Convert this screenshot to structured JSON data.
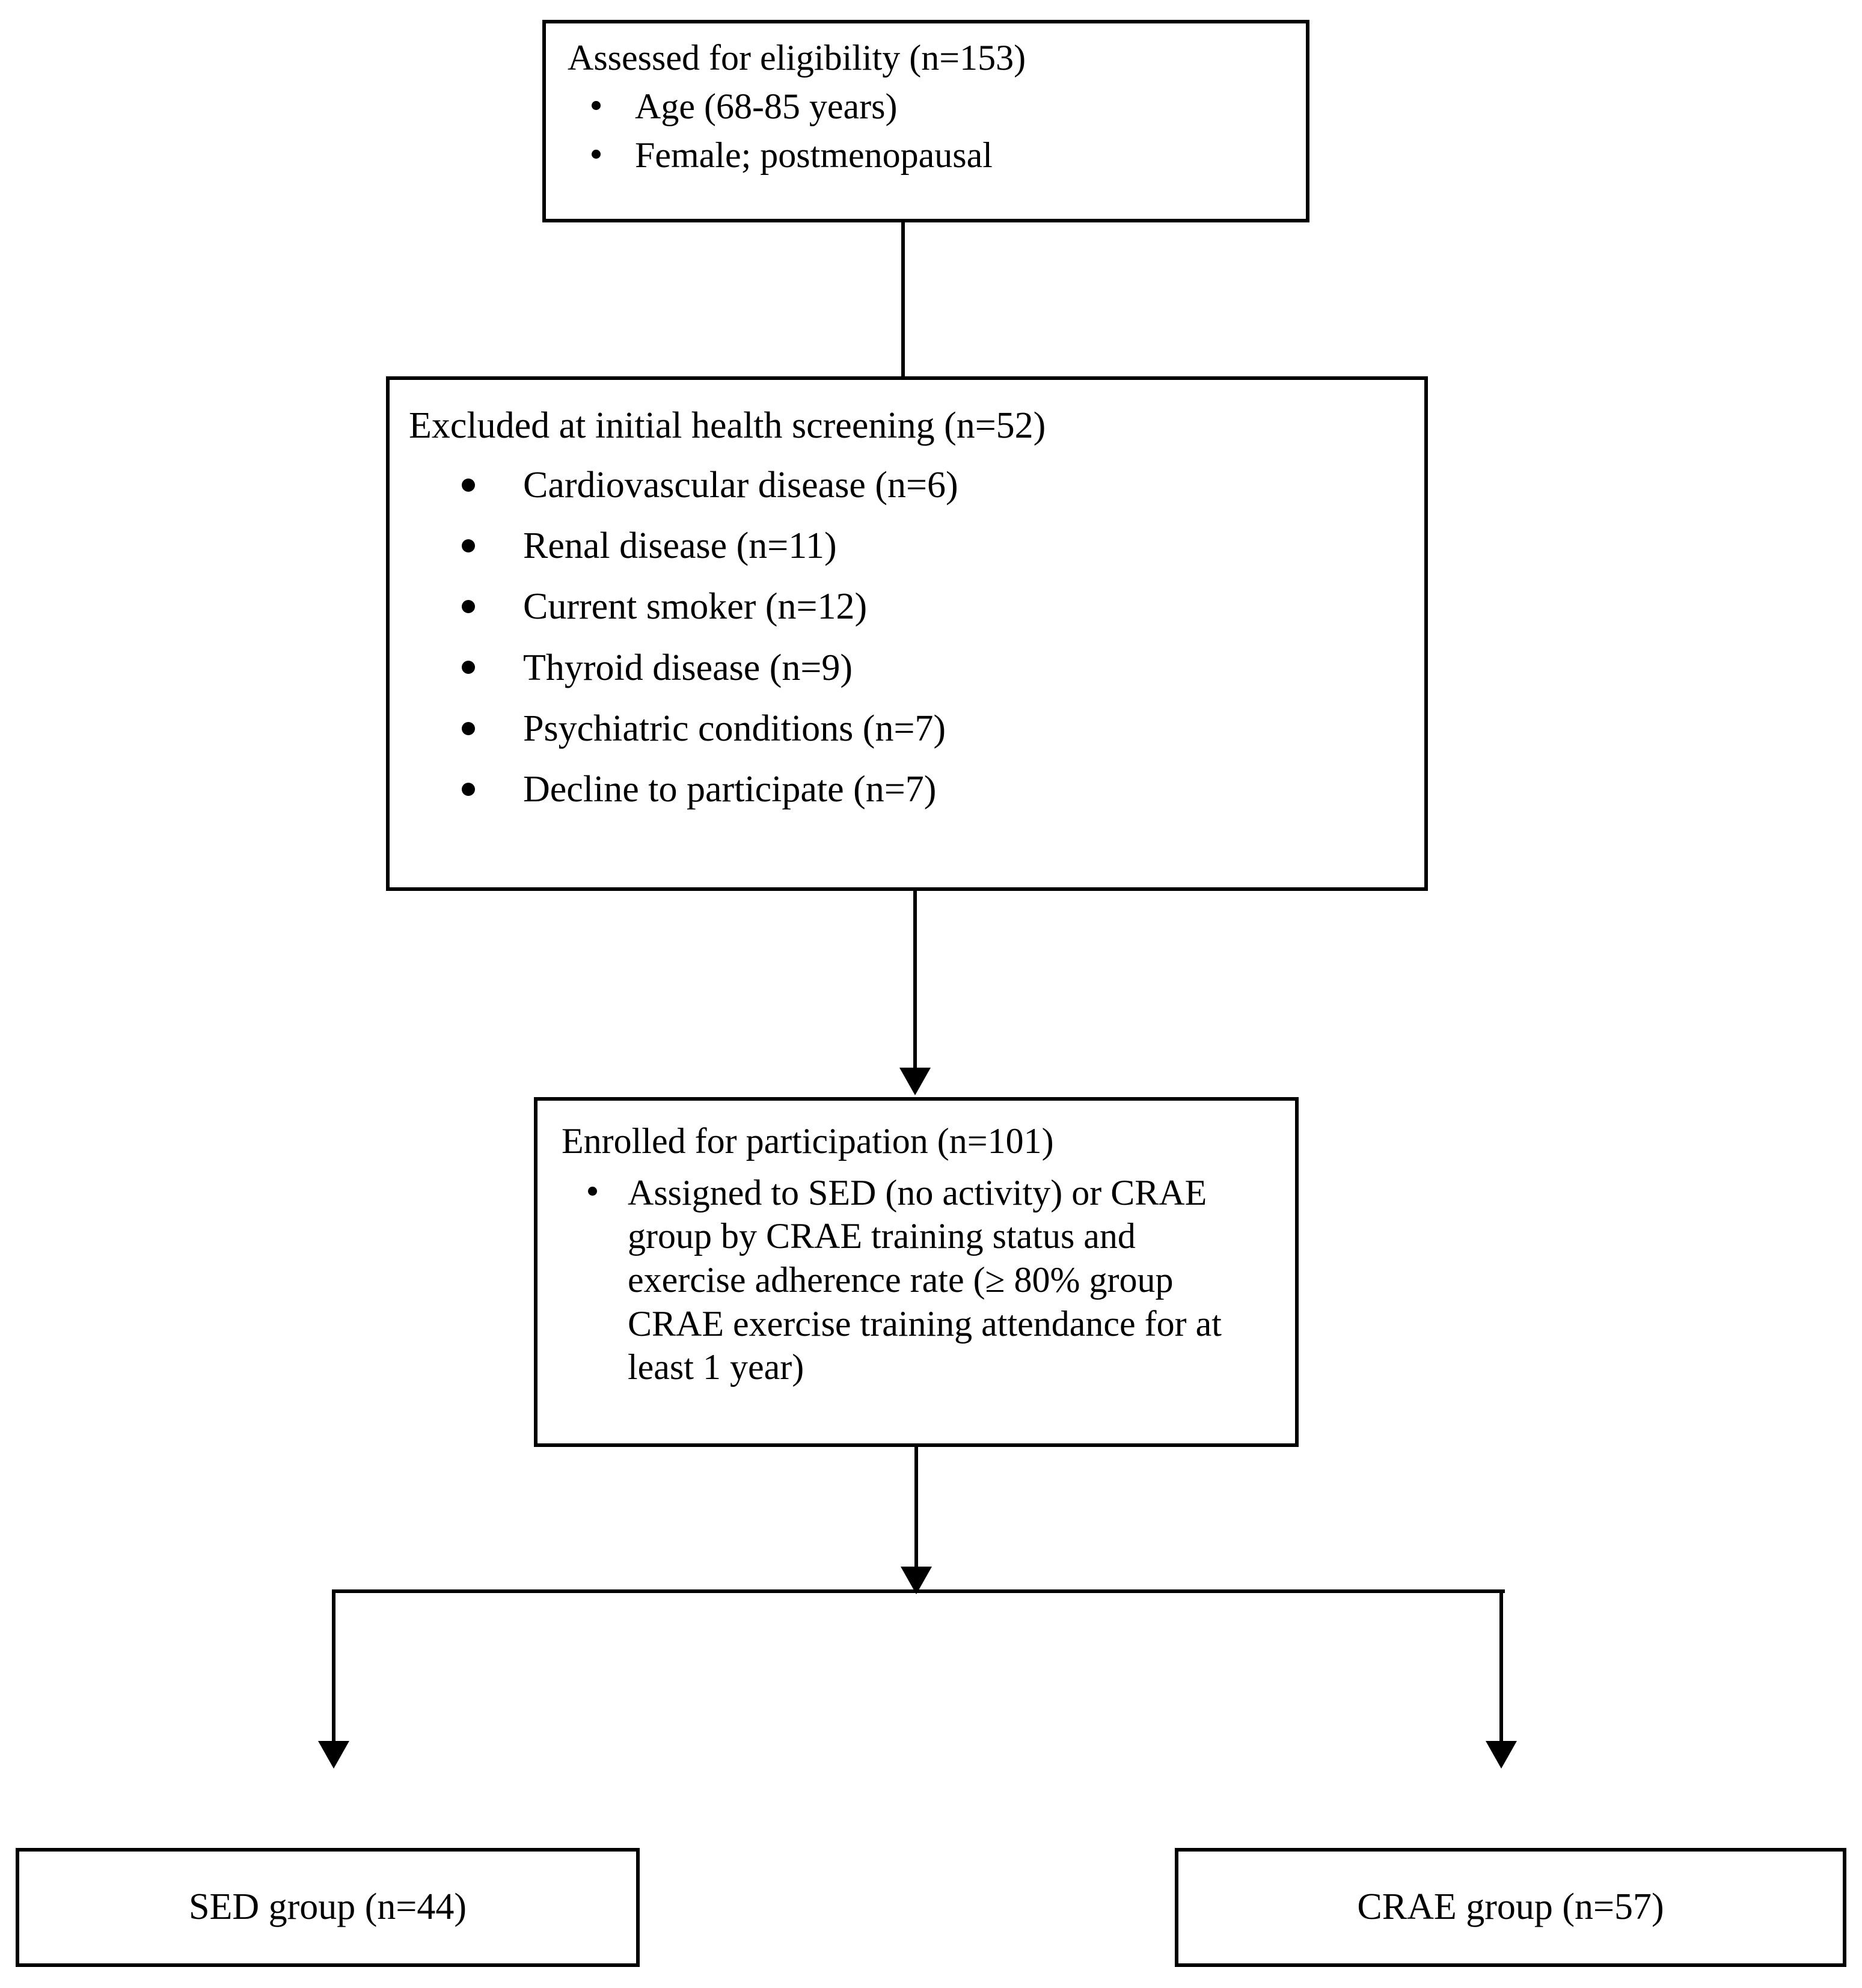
{
  "diagram": {
    "type": "participant-flow-chart",
    "boxes": [
      {
        "id": "assessed",
        "title": "Assessed for eligibility (n=153)",
        "items": [
          "Age (68-85 years)",
          "Female; postmenopausal"
        ]
      },
      {
        "id": "excluded",
        "title": "Excluded at initial health screening (n=52)",
        "items": [
          "Cardiovascular disease (n=6)",
          "Renal disease (n=11)",
          "Current smoker (n=12)",
          "Thyroid disease (n=9)",
          "Psychiatric conditions (n=7)",
          "Decline to participate (n=7)"
        ]
      },
      {
        "id": "enrolled",
        "title": "Enrolled for participation (n=101)",
        "items": [
          "Assigned to SED (no activity) or CRAE group by CRAE training status and exercise adherence rate (≥ 80% group CRAE exercise training attendance for at least 1 year)"
        ]
      }
    ],
    "terminals": {
      "left": "SED group (n=44)",
      "right": "CRAE group (n=57)"
    },
    "colors": {
      "stroke": "#000000",
      "fill": "#ffffff",
      "text": "#000000"
    }
  }
}
